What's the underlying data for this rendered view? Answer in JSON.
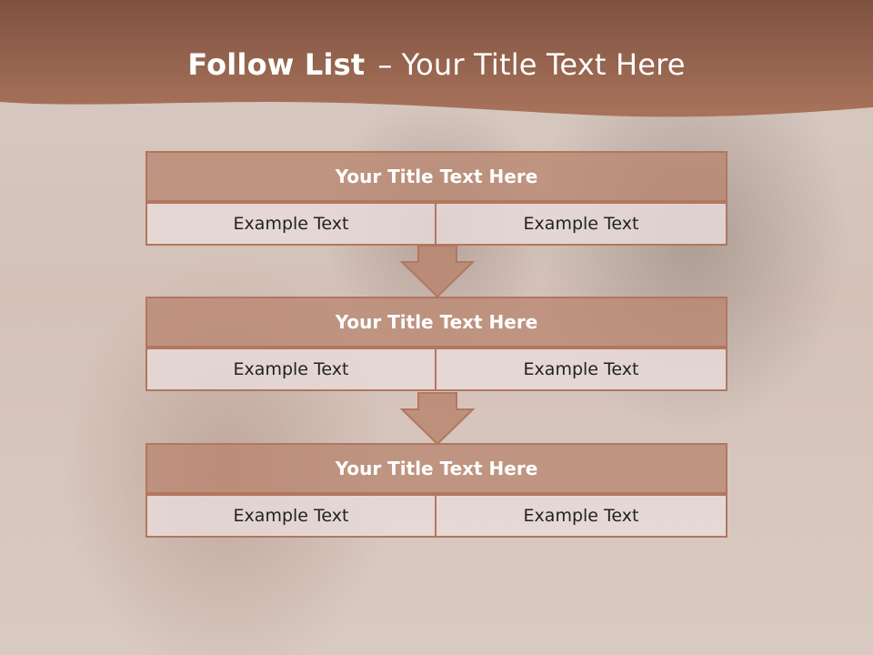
{
  "slide": {
    "title_bold": "Follow List",
    "title_separator": "–",
    "title_rest": "Your Title Text Here"
  },
  "steps": [
    {
      "title": "Your Title Text Here",
      "left": "Example Text",
      "right": "Example Text"
    },
    {
      "title": "Your Title Text Here",
      "left": "Example Text",
      "right": "Example Text"
    },
    {
      "title": "Your Title Text Here",
      "left": "Example Text",
      "right": "Example Text"
    }
  ],
  "colors": {
    "banner": "#9e6a52",
    "header_fill": "#b88670",
    "border": "#b2775f",
    "cell_fill": "#e8dcd9"
  }
}
